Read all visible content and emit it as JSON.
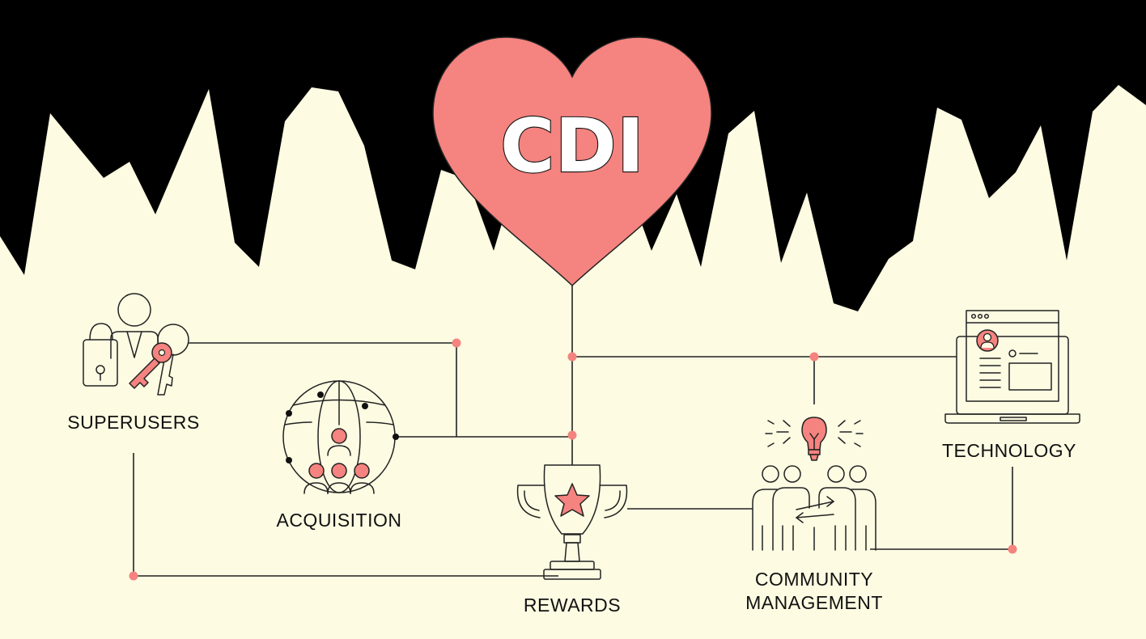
{
  "title": "CDI",
  "nodes": {
    "superusers": "SUPERUSERS",
    "acquisition": "ACQUISITION",
    "rewards": "REWARDS",
    "community_line1": "COMMUNITY",
    "community_line2": "MANAGEMENT",
    "technology": "TECHNOLOGY"
  },
  "colors": {
    "background_dark": "#000000",
    "background_light": "#fdfbe2",
    "accent": "#f5837f",
    "line": "#222222"
  },
  "icons": {
    "superusers": "person-with-keys-and-lock-icon",
    "acquisition": "globe-with-people-icon",
    "rewards": "trophy-with-star-icon",
    "community": "team-with-lightbulb-icon",
    "technology": "laptop-with-profile-icon"
  }
}
